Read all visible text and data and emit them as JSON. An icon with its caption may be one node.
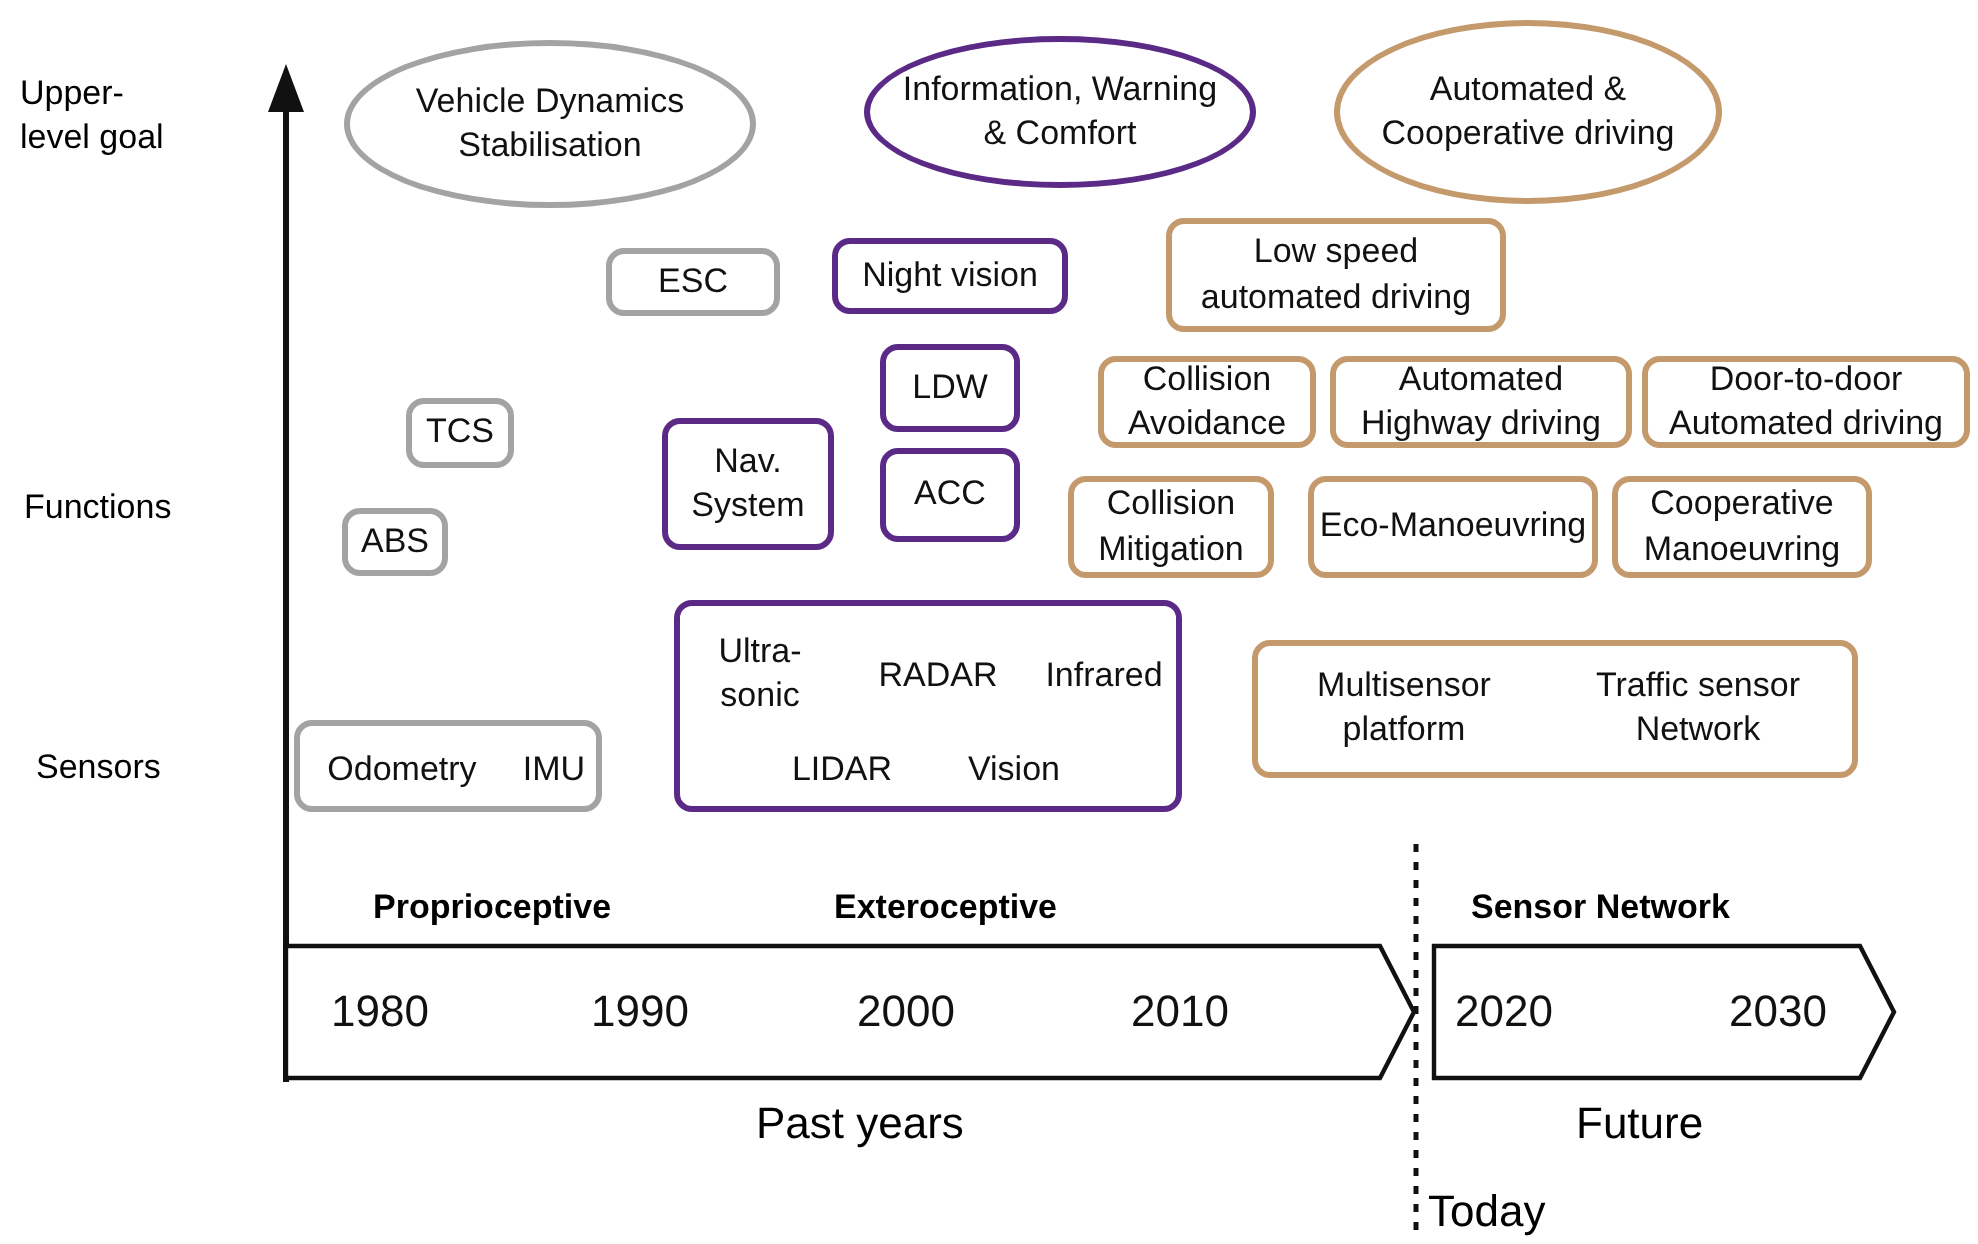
{
  "diagram": {
    "nodes": [
      {
        "text": [
          "Vehicle Dynamics Stabilisation"
        ]
      },
      {
        "text": [
          "Information, Warning & Comfort"
        ]
      },
      {
        "text": [
          "Automated & Cooperative driving"
        ]
      },
      {
        "text": [
          "ESC"
        ]
      },
      {
        "text": [
          "Night vision"
        ]
      },
      {
        "text": [
          "LDW"
        ]
      },
      {
        "text": [
          "TCS"
        ]
      },
      {
        "text": [
          "Nav. System"
        ]
      },
      {
        "text": [
          "ACC"
        ]
      },
      {
        "text": [
          "ABS"
        ]
      },
      {
        "text": [
          "Low speed automated driving"
        ]
      },
      {
        "text": [
          "Collision Avoidance"
        ]
      },
      {
        "text": [
          "Automated Highway driving"
        ]
      },
      {
        "text": [
          "Door-to-door Automated driving"
        ]
      },
      {
        "text": [
          "Collision Mitigation"
        ]
      },
      {
        "text": [
          "Eco-Manoeuvring"
        ]
      },
      {
        "text": [
          "Cooperative Manoeuvring"
        ]
      },
      {
        "text": [
          "Odometry",
          "IMU"
        ]
      },
      {
        "text": [
          "Ultra-sonic",
          "RADAR",
          "Infrared",
          "LIDAR",
          "Vision"
        ]
      },
      {
        "text": [
          "Multisensor platform",
          "Traffic sensor Network"
        ]
      },
      {
        "text": [
          "1980",
          "1990",
          "2000",
          "2010"
        ]
      },
      {
        "text": [
          "2020",
          "2030"
        ]
      }
    ],
    "labels": [
      "Upper-level goal",
      "Functions",
      "Sensors",
      "Proprioceptive",
      "Exteroceptive",
      "Sensor Network",
      "Past years",
      "Future",
      "Today"
    ]
  }
}
